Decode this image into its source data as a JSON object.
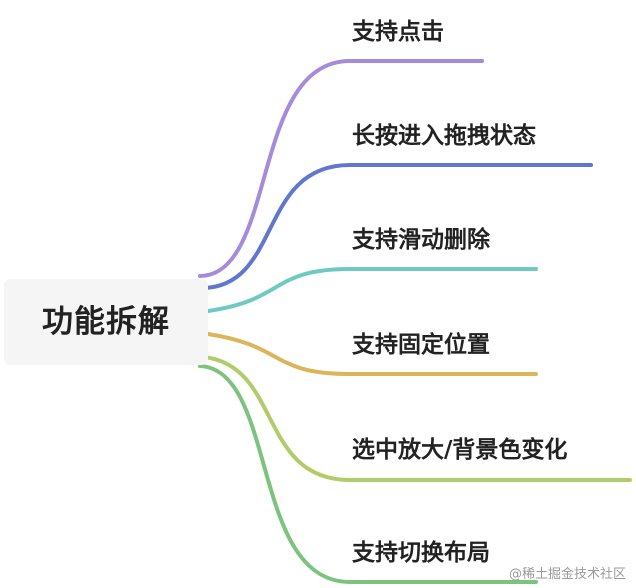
{
  "root": {
    "label": "功能拆解"
  },
  "branches": [
    {
      "label": "支持点击",
      "color": "#a48bdc"
    },
    {
      "label": "长按进入拖拽状态",
      "color": "#6176cf"
    },
    {
      "label": "支持滑动删除",
      "color": "#6ec9c2"
    },
    {
      "label": "支持固定位置",
      "color": "#dcb45a"
    },
    {
      "label": "选中放大/背景色变化",
      "color": "#b3cc6b"
    },
    {
      "label": "支持切换布局",
      "color": "#7cc37d"
    }
  ],
  "watermark": "@稀土掘金技术社区"
}
